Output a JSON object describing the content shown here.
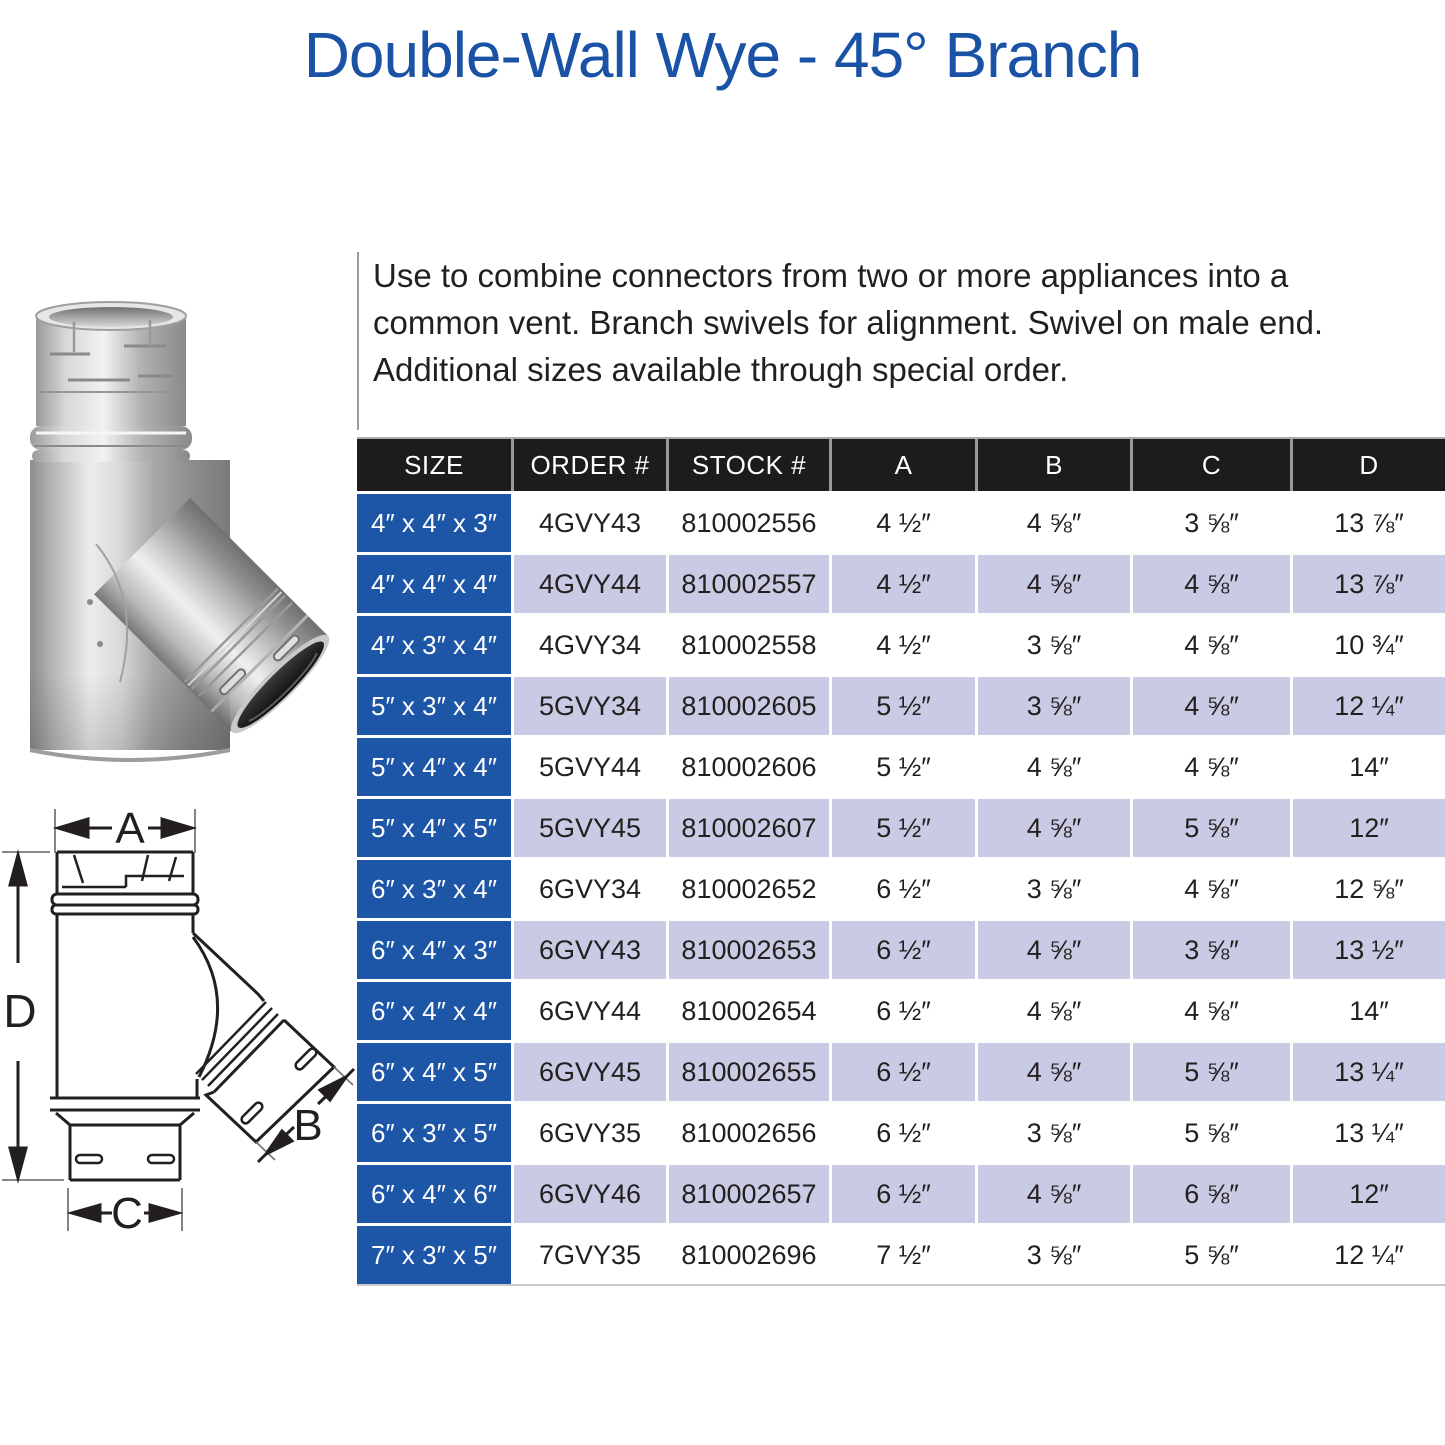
{
  "title": "Double-Wall Wye - 45° Branch",
  "description": {
    "lines": [
      "Use to combine connectors from two or more appliances into a",
      "common vent. Branch swivels for alignment. Swivel on male end.",
      "Additional sizes available through special order."
    ]
  },
  "diagram": {
    "labels": {
      "a": "A",
      "b": "B",
      "c": "C",
      "d": "D"
    }
  },
  "table": {
    "headers": [
      "SIZE",
      "ORDER #",
      "STOCK #",
      "A",
      "B",
      "C",
      "D"
    ],
    "rows": [
      [
        "4″ x 4″ x 3″",
        "4GVY43",
        "810002556",
        "4 ½″",
        "4 ⅝″",
        "3 ⅝″",
        "13 ⅞″"
      ],
      [
        "4″ x 4″ x 4″",
        "4GVY44",
        "810002557",
        "4 ½″",
        "4 ⅝″",
        "4 ⅝″",
        "13 ⅞″"
      ],
      [
        "4″ x 3″ x 4″",
        "4GVY34",
        "810002558",
        "4 ½″",
        "3 ⅝″",
        "4 ⅝″",
        "10 ¾″"
      ],
      [
        "5″ x 3″ x 4″",
        "5GVY34",
        "810002605",
        "5 ½″",
        "3 ⅝″",
        "4 ⅝″",
        "12 ¼″"
      ],
      [
        "5″ x 4″ x 4″",
        "5GVY44",
        "810002606",
        "5 ½″",
        "4 ⅝″",
        "4 ⅝″",
        "14″"
      ],
      [
        "5″ x 4″ x 5″",
        "5GVY45",
        "810002607",
        "5 ½″",
        "4 ⅝″",
        "5 ⅝″",
        "12″"
      ],
      [
        "6″ x 3″ x 4″",
        "6GVY34",
        "810002652",
        "6 ½″",
        "3 ⅝″",
        "4 ⅝″",
        "12 ⅝″"
      ],
      [
        "6″ x 4″ x 3″",
        "6GVY43",
        "810002653",
        "6 ½″",
        "4 ⅝″",
        "3 ⅝″",
        "13 ½″"
      ],
      [
        "6″ x 4″ x 4″",
        "6GVY44",
        "810002654",
        "6 ½″",
        "4 ⅝″",
        "4 ⅝″",
        "14″"
      ],
      [
        "6″ x 4″ x 5″",
        "6GVY45",
        "810002655",
        "6 ½″",
        "4 ⅝″",
        "5 ⅝″",
        "13 ¼″"
      ],
      [
        "6″ x 3″ x 5″",
        "6GVY35",
        "810002656",
        "6 ½″",
        "3 ⅝″",
        "5 ⅝″",
        "13 ¼″"
      ],
      [
        "6″ x 4″ x 6″",
        "6GVY46",
        "810002657",
        "6 ½″",
        "4 ⅝″",
        "6 ⅝″",
        "12″"
      ],
      [
        "7″ x 3″ x 5″",
        "7GVY35",
        "810002696",
        "7 ½″",
        "3 ⅝″",
        "5 ⅝″",
        "12 ¼″"
      ]
    ]
  },
  "colors": {
    "title_blue": "#1a52a6",
    "header_bg": "#1e1b1d",
    "size_cell_bg": "#1d55a7",
    "row_alt_bg": "#c9cae3",
    "text": "#231f20"
  }
}
